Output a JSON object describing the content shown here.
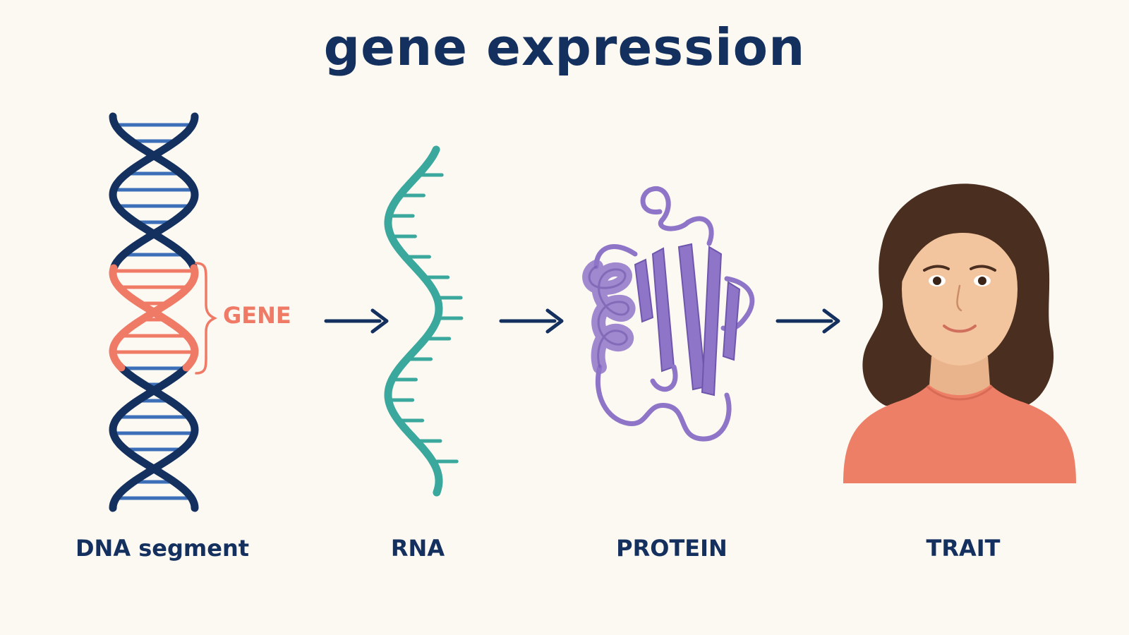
{
  "title": "gene expression",
  "gene_label": "GENE",
  "stages": [
    {
      "id": "dna",
      "label": "DNA segment",
      "icon": "dna-double-helix-icon"
    },
    {
      "id": "rna",
      "label": "RNA",
      "icon": "rna-strand-icon"
    },
    {
      "id": "protein",
      "label": "PROTEIN",
      "icon": "protein-ribbon-icon"
    },
    {
      "id": "trait",
      "label": "TRAIT",
      "icon": "person-portrait-icon"
    }
  ],
  "colors": {
    "background": "#fcf8f2",
    "navy": "#14305e",
    "dna_blue": "#3d6fb8",
    "gene_coral": "#ef7a66",
    "rna_teal": "#3aa89c",
    "protein_purple": "#8f75c8",
    "shirt_coral": "#ee7f67",
    "skin": "#f3c59e",
    "hair": "#4a2e20"
  }
}
